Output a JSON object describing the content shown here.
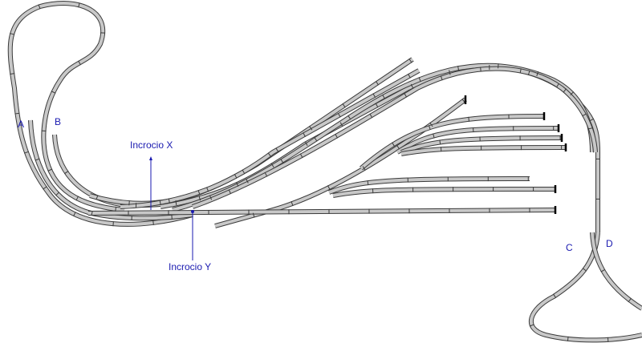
{
  "labels": {
    "a": "A",
    "b": "B",
    "c": "C",
    "d": "D",
    "crossing_x": "Incrocio  X",
    "crossing_y": "Incrocio  Y"
  },
  "colors": {
    "rail_edge": "#3a3a3a",
    "rail_fill": "#c8c8c8",
    "label": "#1a1ab0",
    "buffer": "#000000"
  }
}
